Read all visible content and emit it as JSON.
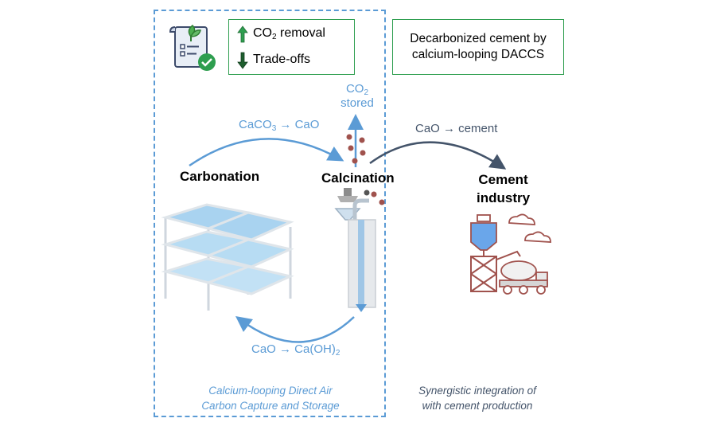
{
  "legend": {
    "co2_removal": {
      "prefix": "CO",
      "sub": "2",
      "suffix": " removal"
    },
    "tradeoffs": "Trade-offs"
  },
  "title_box": {
    "line1": "Decarbonized cement by",
    "line2": "calcium-looping DACCS"
  },
  "reactions": {
    "top": {
      "a": "CaCO",
      "a_sub": "3",
      "b": " → CaO"
    },
    "bottom": {
      "a": "CaO → Ca(OH)",
      "a_sub": "2"
    },
    "cement": "CaO → cement"
  },
  "co2_stored": {
    "line1_prefix": "CO",
    "line1_sub": "2",
    "line2": "stored"
  },
  "labels": {
    "carbonation": "Carbonation",
    "calcination": "Calcination",
    "cement_industry_1": "Cement",
    "cement_industry_2": "industry"
  },
  "captions": {
    "left_1": "Calcium-looping Direct Air",
    "left_2": "Carbon Capture and Storage",
    "right_1": "Synergistic integration of",
    "right_2": "with cement production"
  },
  "colors": {
    "loop_blue": "#5b9bd5",
    "dark_arrow": "#44546a",
    "green": "#2e9e4f",
    "particle": "#a0524d"
  }
}
